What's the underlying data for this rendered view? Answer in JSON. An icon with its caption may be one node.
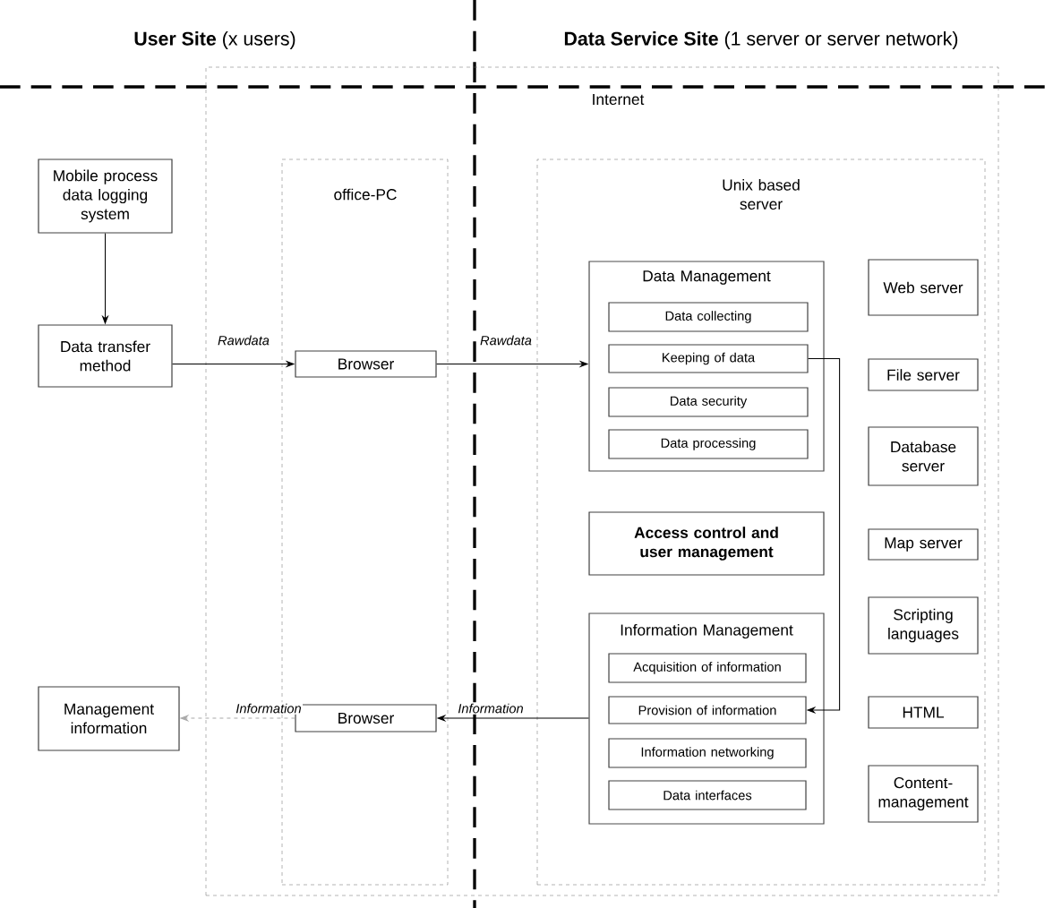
{
  "diagram": {
    "nodes": [
      {
        "text": [
          "Mobile process data logging system"
        ]
      },
      {
        "text": [
          "Data transfer method"
        ]
      },
      {
        "text": [
          "Management information"
        ]
      },
      {
        "text": [
          "Internet"
        ]
      },
      {
        "text": [
          "office-PC"
        ],
        "in": 3
      },
      {
        "text": [
          "Browser"
        ],
        "in": 4
      },
      {
        "text": [
          "Browser"
        ],
        "in": 4
      },
      {
        "text": [
          "Unix based server"
        ],
        "in": 3
      },
      {
        "text": [
          "Data Management"
        ],
        "in": 7
      },
      {
        "text": [
          "Data collecting"
        ],
        "in": 8
      },
      {
        "text": [
          "Keeping of data"
        ],
        "in": 8
      },
      {
        "text": [
          "Data security"
        ],
        "in": 8
      },
      {
        "text": [
          "Data processing"
        ],
        "in": 8
      },
      {
        "text": [
          "Access control and user management"
        ],
        "in": 7
      },
      {
        "text": [
          "Information Management"
        ],
        "in": 7
      },
      {
        "text": [
          "Acquisition of information"
        ],
        "in": 14
      },
      {
        "text": [
          "Provision of information"
        ],
        "in": 14
      },
      {
        "text": [
          "Information networking"
        ],
        "in": 14
      },
      {
        "text": [
          "Data interfaces"
        ],
        "in": 14
      },
      {
        "text": [
          "Web server"
        ],
        "in": 7
      },
      {
        "text": [
          "File server"
        ],
        "in": 7
      },
      {
        "text": [
          "Database server"
        ],
        "in": 7
      },
      {
        "text": [
          "Map server"
        ],
        "in": 7
      },
      {
        "text": [
          "Scripting languages"
        ],
        "in": 7
      },
      {
        "text": [
          "HTML"
        ],
        "in": 7
      },
      {
        "text": [
          "Content-management"
        ],
        "in": 7
      }
    ],
    "edges": [
      {
        "from": 0,
        "to": 1,
        "arrow": "to"
      },
      {
        "from": 1,
        "to": 5,
        "arrow": "to",
        "label": "Rawdata"
      },
      {
        "from": 5,
        "to": 8,
        "arrow": "to",
        "label": "Rawdata"
      },
      {
        "from": 10,
        "to": 16,
        "arrow": "to"
      },
      {
        "from": 14,
        "to": 6,
        "arrow": "to",
        "label": "Information"
      },
      {
        "from": 6,
        "to": 2,
        "arrow": "to",
        "label": "Information",
        "style": "dashed",
        "color": "#aaaaaa"
      }
    ],
    "labels": [
      "**User Site** (x users)",
      "**Data Service Site** (1 server or server network)"
    ]
  }
}
